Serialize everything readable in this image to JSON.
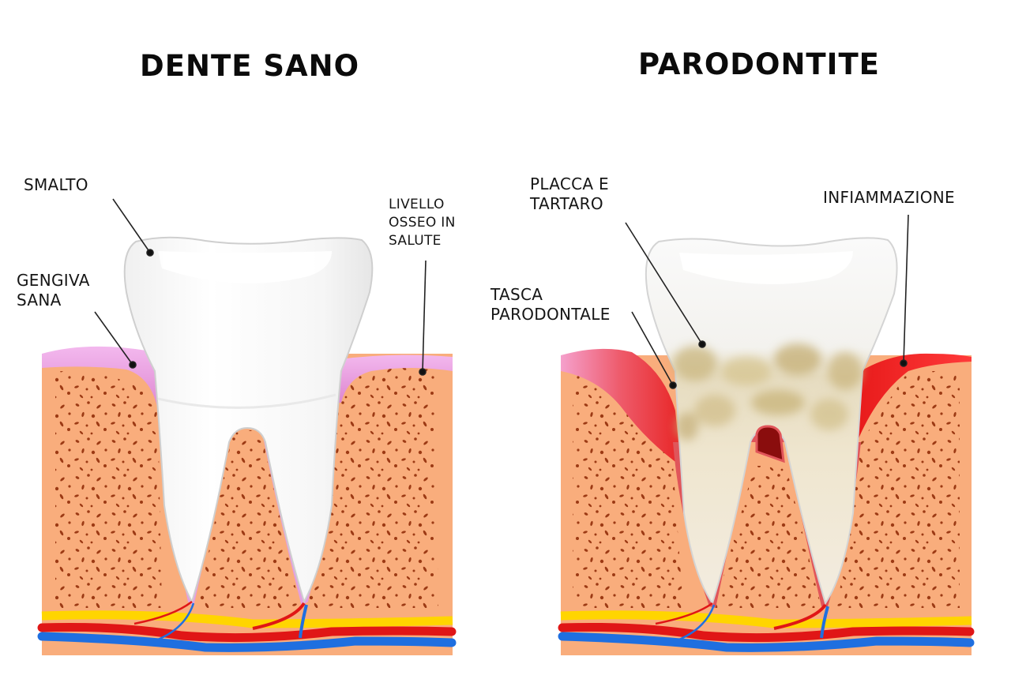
{
  "panels": [
    {
      "title": "DENTE SANO",
      "labels": [
        {
          "id": "smalto",
          "text": "SMALTO"
        },
        {
          "id": "gengiva-sana",
          "text": "GENGIVA\nSANA"
        },
        {
          "id": "livello-osseo",
          "text": "LIVELLO\nOSSEO IN\nSALUTE"
        }
      ]
    },
    {
      "title": "PARODONTITE",
      "labels": [
        {
          "id": "placca-tartaro",
          "text": "PLACCA E\nTARTARO"
        },
        {
          "id": "tasca-parodontale",
          "text": "TASCA\nPARODONTALE"
        },
        {
          "id": "infiammazione",
          "text": "INFIAMMAZIONE"
        }
      ]
    }
  ],
  "colors": {
    "bone": "#f9ad7c",
    "bone_spots": "#9c3a14",
    "healthy_gum": "#e48fd6",
    "inflamed_gum": "#ee2a2a",
    "enamel": "#f7f7f7",
    "plaque": "#d9c79a",
    "nerve": "#ffd500",
    "artery": "#e01616",
    "vein": "#1f6fe0"
  }
}
